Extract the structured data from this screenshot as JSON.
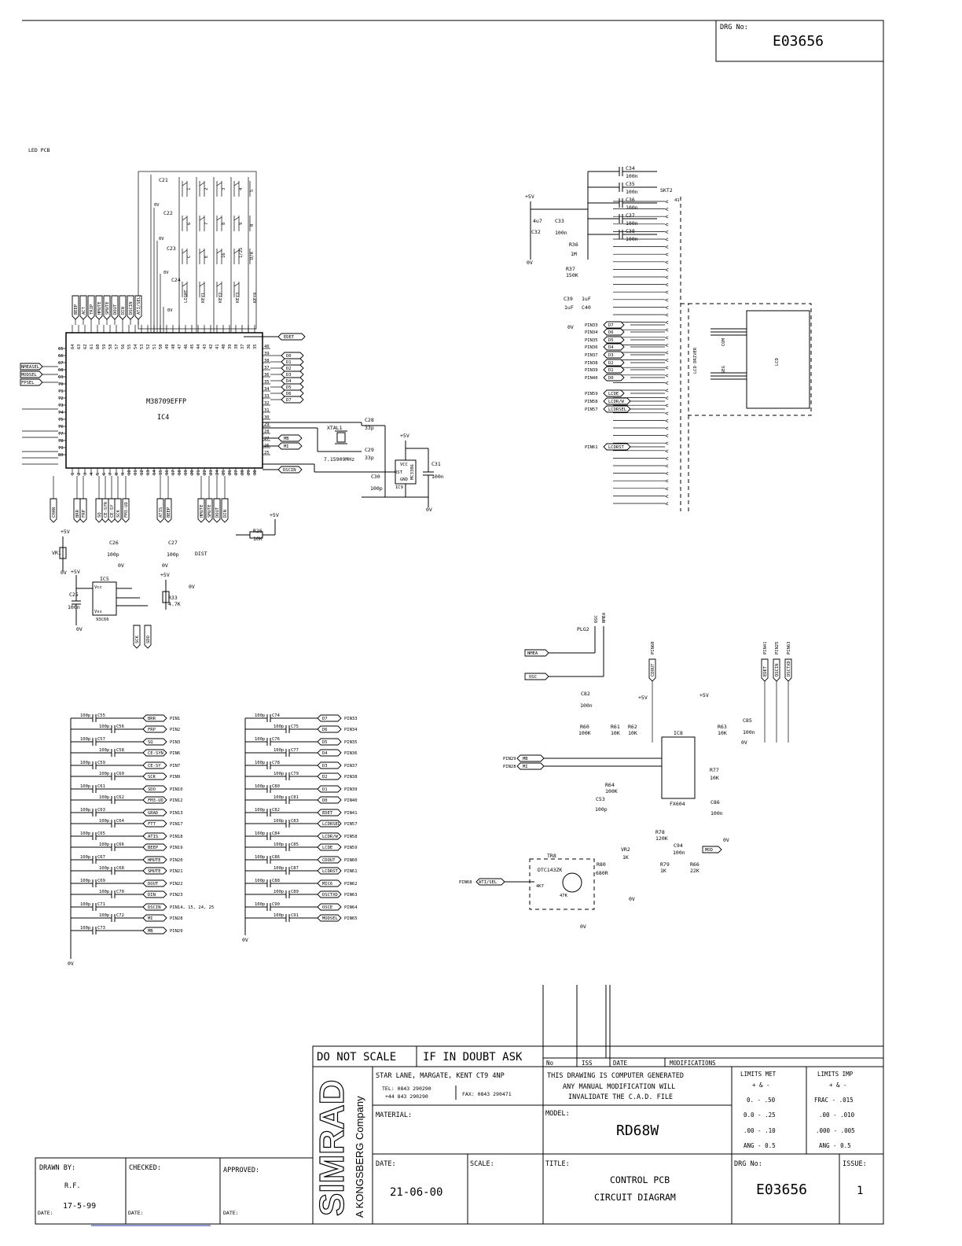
{
  "drawing_number_label": "DRG No:",
  "drawing_number": "E03656",
  "section_label": "LED PCB",
  "mcu": {
    "part": "M38709EFFP",
    "ref": "IC4"
  },
  "connector": {
    "ref": "SKT2",
    "pin_marker": "41",
    "target_label": "LCD DRIVER",
    "lcd_label": "LCD",
    "com_label": "COM",
    "seg_label": "SEG"
  },
  "crystal": {
    "ref": "XTAL1",
    "freq": "7.15909MHz"
  },
  "reset_ic": {
    "ref": "IC9",
    "pin_vcc": "VCC",
    "pin_rst": "RST",
    "pin_gnd": "GND",
    "part": "MC3386"
  },
  "eeprom": {
    "ref": "IC5",
    "part": "93C66",
    "pin_vcc": "Vcc",
    "pin_vss": "Vss"
  },
  "modem": {
    "ref": "IC8",
    "part": "FX604"
  },
  "transistor": {
    "ref": "TR8",
    "part": "DTC143ZK",
    "r1": "4K7",
    "r2": "47K"
  },
  "plug": {
    "ref": "PLG2",
    "pin_a": "OSC",
    "pin_b": "NMEA"
  },
  "rails": {
    "vcc": "+5V",
    "gnd": "0V"
  },
  "switch_labels": [
    "1",
    "2",
    "3",
    "4",
    "5",
    "6",
    "7",
    "8",
    "9",
    "0",
    "C",
    "E",
    "16",
    "1/2S",
    "D/A",
    "LIGHT",
    "KEY1",
    "KEY2",
    "KEY3",
    "KEY4"
  ],
  "mcu_top_tags": [
    "BEEP",
    "ACT",
    "TRIP",
    "HMUTE",
    "SMUTE",
    "DOUT",
    "DIN",
    "DSCIN",
    "ATI/SEL"
  ],
  "mcu_right_tags": [
    "D0",
    "D1",
    "D2",
    "D3",
    "D4",
    "D5",
    "D6",
    "D7"
  ],
  "mcu_left_tags": [
    "NMEASEL",
    "MODSEL",
    "FPSEL"
  ],
  "mcu_bottom_tags": [
    "CHAN",
    "BRR",
    "FRP",
    "SQ",
    "CE-SYN",
    "CE-SY",
    "SCK",
    "FM3-UD",
    "ATIS",
    "BEEP",
    "HMUTE",
    "SMUTE",
    "DOUT",
    "DIN"
  ],
  "misc_nets": {
    "edet": "EDET",
    "mb": "MB",
    "mi": "MI",
    "dscin": "DSCIN",
    "dist": "DIST",
    "sck": "SCK",
    "sdo": "SDO"
  },
  "lcd_nets": [
    {
      "pin": "PIN33",
      "net": "D7"
    },
    {
      "pin": "PIN34",
      "net": "D6"
    },
    {
      "pin": "PIN35",
      "net": "D5"
    },
    {
      "pin": "PIN36",
      "net": "D4"
    },
    {
      "pin": "PIN37",
      "net": "D3"
    },
    {
      "pin": "PIN38",
      "net": "D2"
    },
    {
      "pin": "PIN39",
      "net": "D1"
    },
    {
      "pin": "PIN40",
      "net": "D0"
    },
    {
      "pin": "PIN59",
      "net": "LCDE"
    },
    {
      "pin": "PIN58",
      "net": "LCDR/W"
    },
    {
      "pin": "PIN57",
      "net": "LCDRSEL"
    },
    {
      "pin": "PIN61",
      "net": "LCDRST"
    }
  ],
  "lcd_caps": [
    {
      "ref": "C34",
      "val": "100n"
    },
    {
      "ref": "C35",
      "val": "100n"
    },
    {
      "ref": "C36",
      "val": "100n"
    },
    {
      "ref": "C37",
      "val": "100n"
    },
    {
      "ref": "C38",
      "val": "100n"
    }
  ],
  "decoupling_left": [
    {
      "c1": "C55",
      "c2": "C56",
      "net1": "BRR",
      "pin1": "PIN1",
      "net2": "FRP",
      "pin2": "PIN2"
    },
    {
      "c1": "C57",
      "c2": "C58",
      "net1": "SQ",
      "pin1": "PIN3",
      "net2": "CE-SYN",
      "pin2": "PIN6"
    },
    {
      "c1": "C59",
      "c2": "C60",
      "net1": "CE-SY",
      "pin1": "PIN7",
      "net2": "SCK",
      "pin2": "PIN9"
    },
    {
      "c1": "C61",
      "c2": "C62",
      "net1": "SDO",
      "pin1": "PIN10",
      "net2": "FM3-UD",
      "pin2": "PIN12"
    },
    {
      "c1": "C63",
      "c2": "C64",
      "net1": "GRAD",
      "pin1": "PIN13",
      "net2": "FTT",
      "pin2": "PIN17"
    },
    {
      "c1": "C65",
      "c2": "C66",
      "net1": "ATIS",
      "pin1": "PIN18",
      "net2": "BEEP",
      "pin2": "PIN19"
    },
    {
      "c1": "C67",
      "c2": "C68",
      "net1": "HMUTE",
      "pin1": "PIN20",
      "net2": "SMUTE",
      "pin2": "PIN21"
    },
    {
      "c1": "C69",
      "c2": "C70",
      "net1": "DOUT",
      "pin1": "PIN22",
      "net2": "DIN",
      "pin2": "PIN23"
    },
    {
      "c1": "C71",
      "c2": "C72",
      "net1": "DSCIN",
      "pin1": "PIN14, 15, 24, 25",
      "net2": "MI",
      "pin2": "PIN28"
    },
    {
      "c1": "C73",
      "c2": "",
      "net1": "MB",
      "pin1": "PIN29",
      "net2": "",
      "pin2": ""
    }
  ],
  "decoupling_right": [
    {
      "c1": "C74",
      "c2": "C75",
      "net1": "D7",
      "pin1": "PIN33",
      "net2": "D6",
      "pin2": "PIN34"
    },
    {
      "c1": "C76",
      "c2": "C77",
      "net1": "D5",
      "pin1": "PIN35",
      "net2": "D4",
      "pin2": "PIN36"
    },
    {
      "c1": "C78",
      "c2": "C79",
      "net1": "D3",
      "pin1": "PIN37",
      "net2": "D2",
      "pin2": "PIN38"
    },
    {
      "c1": "C80",
      "c2": "C81",
      "net1": "D1",
      "pin1": "PIN39",
      "net2": "D0",
      "pin2": "PIN40"
    },
    {
      "c1": "C82",
      "c2": "C83",
      "net1": "EDET",
      "pin1": "PIN41",
      "net2": "LCDRSEL",
      "pin2": "PIN57"
    },
    {
      "c1": "C84",
      "c2": "C85",
      "net1": "LCDR/W",
      "pin1": "PIN58",
      "net2": "LCDE",
      "pin2": "PIN59"
    },
    {
      "c1": "C86",
      "c2": "C87",
      "net1": "CDOUT",
      "pin1": "PIN60",
      "net2": "LCDRST",
      "pin2": "PIN61"
    },
    {
      "c1": "C88",
      "c2": "C89",
      "net1": "MIC6",
      "pin1": "PIN62",
      "net2": "DSCTXD",
      "pin2": "PIN63"
    },
    {
      "c1": "C90",
      "c2": "C91",
      "net1": "OSCE",
      "pin1": "PIN64",
      "net2": "MODSEL",
      "pin2": "PIN65"
    }
  ],
  "decoupling_value": "100p",
  "title_block": {
    "do_not_scale": "DO NOT SCALE",
    "if_in_doubt": "IF IN DOUBT ASK",
    "company": "SIMRAD",
    "company_sub": "A KONGSBERG Company",
    "address": "STAR LANE, MARGATE, KENT CT9 4NP",
    "tel": "TEL: 0843 290290",
    "tel2": "+44 843 290290",
    "fax": "FAX: 0843 290471",
    "material_label": "MATERIAL:",
    "notice1": "THIS DRAWING IS COMPUTER GENERATED",
    "notice2": "ANY MANUAL MODIFICATION WILL",
    "notice3": "INVALIDATE THE C.A.D. FILE",
    "model_label": "MODEL:",
    "model": "RD68W",
    "limits_met": "LIMITS MET",
    "limits_imp": "LIMITS IMP",
    "plusminus": "+ & -",
    "lim_met_rows": [
      "0. - .50",
      "0.0 - .25",
      ".00 - .10",
      "ANG - 0.5"
    ],
    "lim_imp_rows": [
      "FRAC - .015",
      ".00 - .010",
      ".000 - .005",
      "ANG - 0.5"
    ],
    "rev_headers": [
      "No",
      "ISS",
      "DATE",
      "MODIFICATIONS"
    ],
    "drawn_label": "DRAWN BY:",
    "drawn_by": "R.F.",
    "date_label_small": "DATE:",
    "drawn_date": "17-5-99",
    "checked_label": "CHECKED:",
    "approved_label": "APPROVED:",
    "date_label": "DATE:",
    "date": "21-06-00",
    "scale_label": "SCALE:",
    "title_label": "TITLE:",
    "title1": "CONTROL PCB",
    "title2": "CIRCUIT DIAGRAM",
    "drg_label": "DRG No:",
    "drg": "E03656",
    "issue_label": "ISSUE:",
    "issue": "1"
  }
}
